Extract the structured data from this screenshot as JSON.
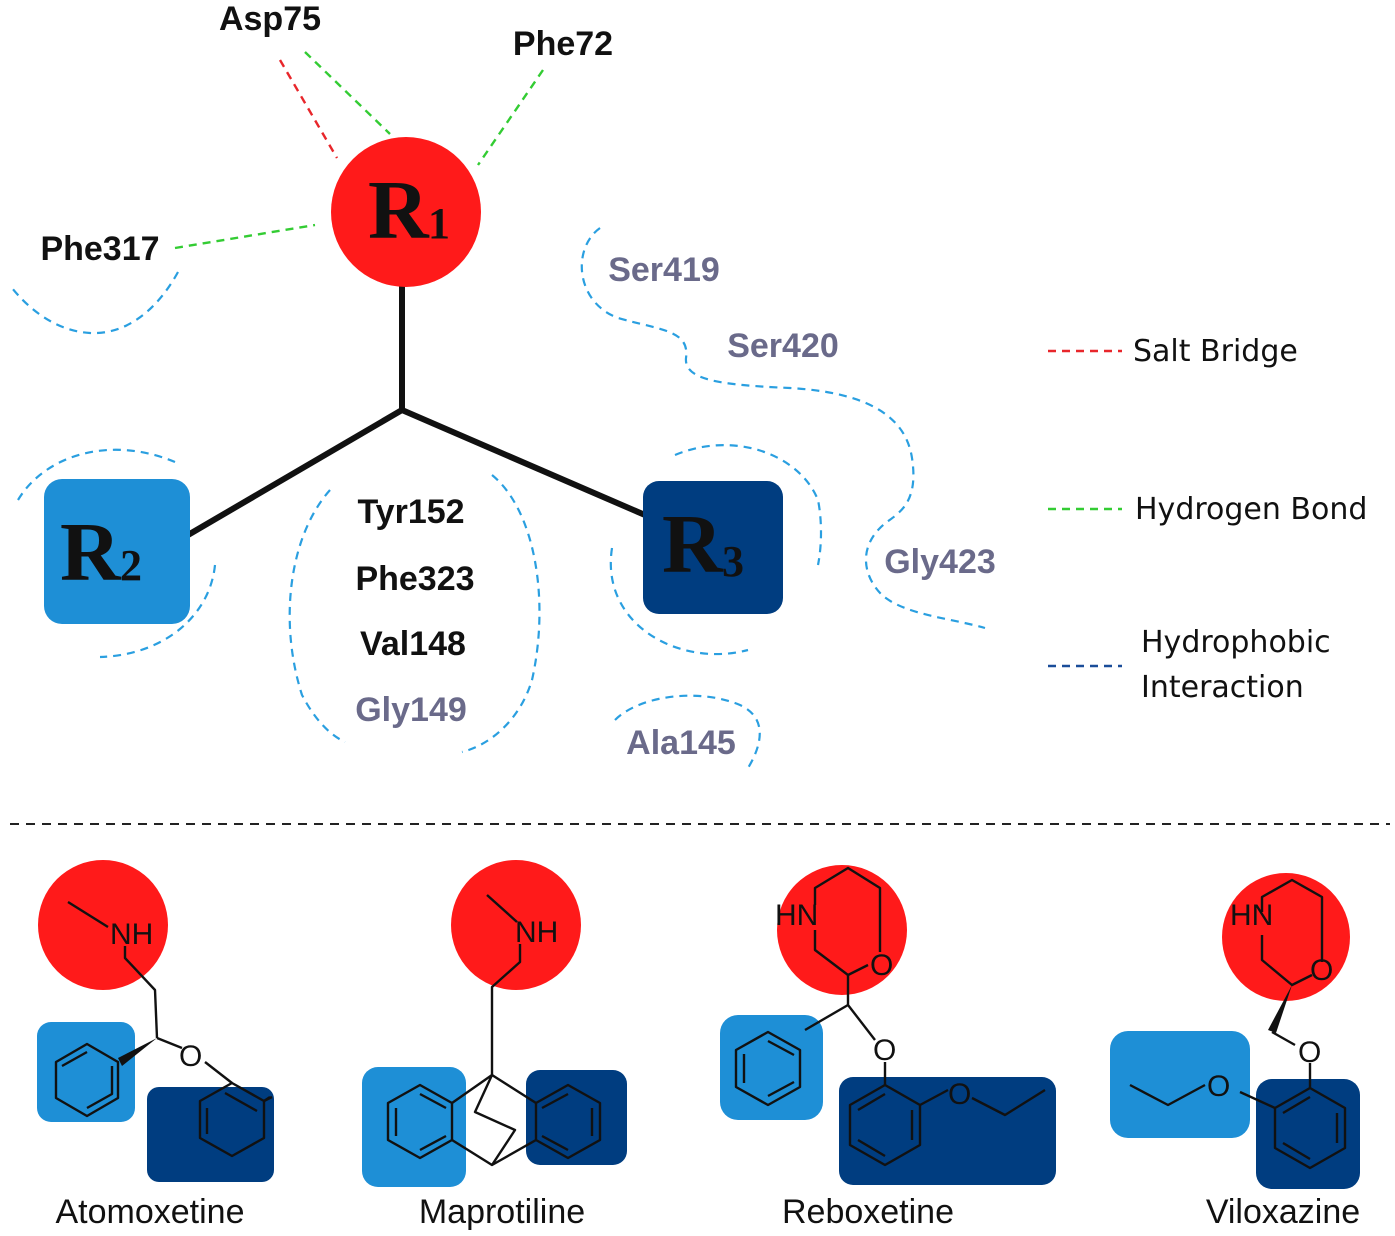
{
  "colors": {
    "r1": "#ff1a1a",
    "r2": "#1e8fd6",
    "r3": "#003d80",
    "salt_bridge": "#e8262b",
    "hydrogen_bond": "#33cc33",
    "hydrophobic": "#2a9fe0",
    "legend_hydrophobic": "#1a4d99",
    "residue_grey": "#6a6a8a"
  },
  "pharmacophore": {
    "r1": {
      "letter": "R",
      "sub": "1"
    },
    "r2": {
      "letter": "R",
      "sub": "2"
    },
    "r3": {
      "letter": "R",
      "sub": "3"
    }
  },
  "residues": {
    "asp75": "Asp75",
    "phe72": "Phe72",
    "phe317": "Phe317",
    "ser419": "Ser419",
    "ser420": "Ser420",
    "gly423": "Gly423",
    "tyr152": "Tyr152",
    "phe323": "Phe323",
    "val148": "Val148",
    "gly149": "Gly149",
    "ala145": "Ala145"
  },
  "legend": {
    "salt_bridge": "Salt Bridge",
    "hydrogen_bond": "Hydrogen Bond",
    "hydrophobic_line1": "Hydrophobic",
    "hydrophobic_line2": "Interaction"
  },
  "drugs": {
    "atomoxetine": {
      "name": "Atomoxetine",
      "n_label": "NH",
      "o_label": "O"
    },
    "maprotiline": {
      "name": "Maprotiline",
      "n_label": "NH"
    },
    "reboxetine": {
      "name": "Reboxetine",
      "hn_label": "HN",
      "o_ring": "O",
      "o_link": "O",
      "o_ether": "O"
    },
    "viloxazine": {
      "name": "Viloxazine",
      "hn_label": "HN",
      "o_ring": "O",
      "o_link": "O",
      "o_ether": "O"
    }
  }
}
